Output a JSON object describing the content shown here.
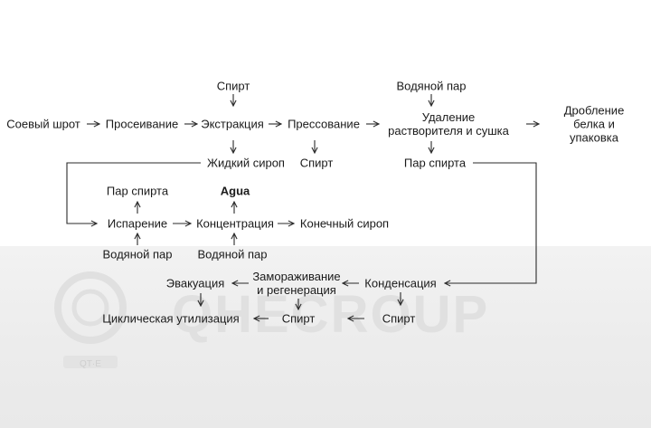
{
  "flow": {
    "soy_meal": "Соевый шрот",
    "sieving": "Просеивание",
    "extraction": "Экстракция",
    "pressing": "Прессование",
    "solvent_removal": "Удаление\nрастворителя и сушка",
    "crushing": "Дробление\nбелка и упаковка",
    "alcohol_in": "Спирт",
    "steam_in_top": "Водяной пар",
    "liquid_syrup": "Жидкий сироп",
    "alcohol_from_press": "Спирт",
    "alcohol_vapor_right": "Пар спирта",
    "alcohol_vapor_left": "Пар спирта",
    "water": "Agua",
    "evaporation": "Испарение",
    "concentration": "Концентрация",
    "final_syrup": "Конечный сироп",
    "steam_evap": "Водяной пар",
    "steam_conc": "Водяной пар",
    "evacuation": "Эвакуация",
    "freezing": "Замораживание\nи регенерация",
    "condensation": "Конденсация",
    "recycling": "Циклическая утилизация",
    "alcohol_mid": "Спирт",
    "alcohol_right": "Спирт"
  },
  "watermark": {
    "text": "QHECROUP",
    "sub": "QT·E"
  },
  "colors": {
    "line": "#2a2a2a",
    "text": "#1a1a1a",
    "watermark": "#d8d8d8"
  }
}
